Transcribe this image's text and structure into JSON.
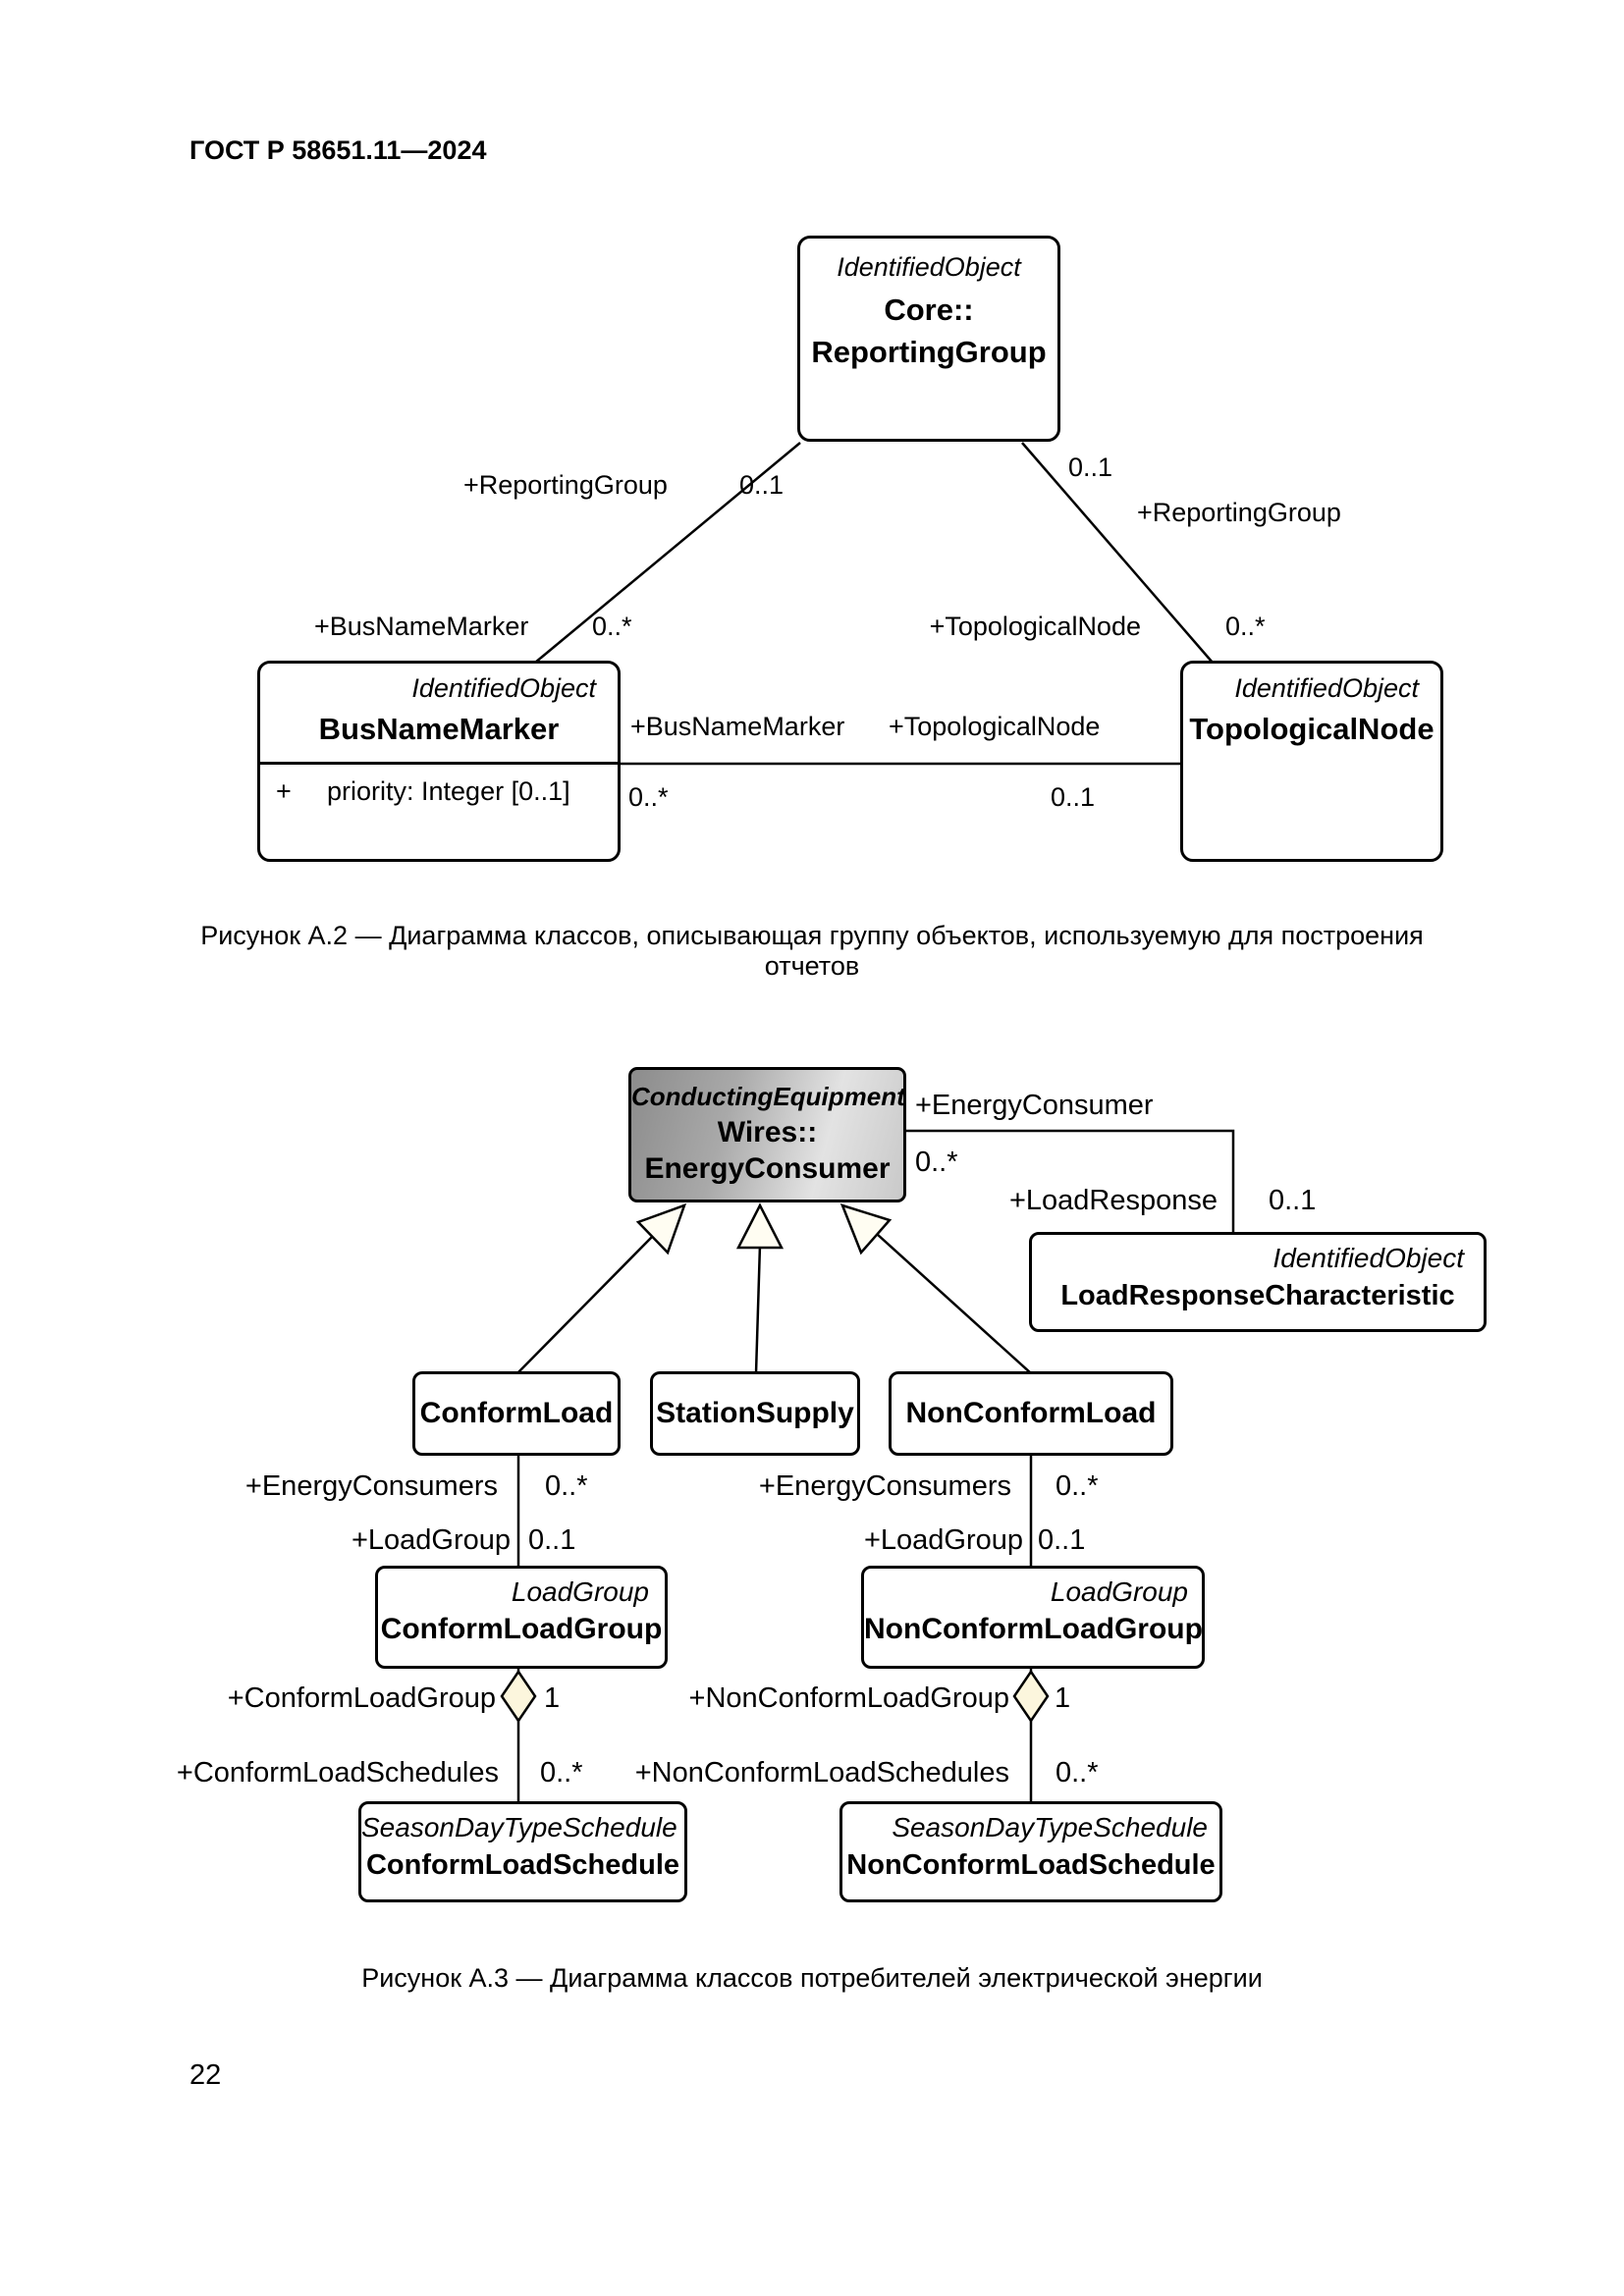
{
  "page": {
    "header": "ГОСТ Р 58651.11—2024",
    "page_number": "22"
  },
  "colors": {
    "line": "#000000",
    "box_fill": "#ffffff",
    "energy_consumer_gradient_start": "#8c8c8c",
    "energy_consumer_gradient_end": "#c9c9c9",
    "aggregation_diamond_fill": "#fcf6dd",
    "generalization_arrow_fill": "#fffdf2"
  },
  "fig_a2": {
    "caption": "Рисунок А.2 — Диаграмма классов, описывающая группу объектов, используемую для построения отчетов",
    "reporting_group": {
      "stereotype": "IdentifiedObject",
      "package": "Core::",
      "name": "ReportingGroup"
    },
    "bus_name_marker": {
      "stereotype": "IdentifiedObject",
      "name": "BusNameMarker",
      "attr_visibility": "+",
      "attr_text": "priority: Integer [0..1]"
    },
    "topological_node": {
      "stereotype": "IdentifiedObject",
      "name": "TopologicalNode"
    },
    "labels": {
      "role_reporting_left": "+ReportingGroup",
      "card_reporting_left": "0..1",
      "card_reporting_right": "0..1",
      "role_reporting_right": "+ReportingGroup",
      "role_busnamemarker_top": "+BusNameMarker",
      "card_busnamemarker_top": "0..*",
      "role_topologicalnode_top": "+TopologicalNode",
      "card_topologicalnode_top": "0..*",
      "role_busnamemarker_mid": "+BusNameMarker",
      "role_topologicalnode_mid": "+TopologicalNode",
      "card_busnamemarker_mid": "0..*",
      "card_topologicalnode_mid": "0..1"
    }
  },
  "fig_a3": {
    "caption": "Рисунок А.3 — Диаграмма классов потребителей электрической энергии",
    "energy_consumer": {
      "stereotype": "ConductingEquipment",
      "package": "Wires::",
      "name": "EnergyConsumer"
    },
    "load_response_characteristic": {
      "stereotype": "IdentifiedObject",
      "name": "LoadResponseCharacteristic"
    },
    "conform_load": {
      "name": "ConformLoad"
    },
    "station_supply": {
      "name": "StationSupply"
    },
    "non_conform_load": {
      "name": "NonConformLoad"
    },
    "conform_load_group": {
      "stereotype": "LoadGroup",
      "name": "ConformLoadGroup"
    },
    "non_conform_load_group": {
      "stereotype": "LoadGroup",
      "name": "NonConformLoadGroup"
    },
    "conform_load_schedule": {
      "stereotype": "SeasonDayTypeSchedule",
      "name": "ConformLoadSchedule"
    },
    "non_conform_load_schedule": {
      "stereotype": "SeasonDayTypeSchedule",
      "name": "NonConformLoadSchedule"
    },
    "labels": {
      "role_energy_consumer": "+EnergyConsumer",
      "card_energy_consumer": "0..*",
      "role_load_response": "+LoadResponse",
      "card_load_response": "0..1",
      "role_energy_consumers_left": "+EnergyConsumers",
      "card_energy_consumers_left": "0..*",
      "role_load_group_left": "+LoadGroup",
      "card_load_group_left": "0..1",
      "role_energy_consumers_right": "+EnergyConsumers",
      "card_energy_consumers_right": "0..*",
      "role_load_group_right": "+LoadGroup",
      "card_load_group_right": "0..1",
      "role_conform_load_group": "+ConformLoadGroup",
      "card_conform_load_group": "1",
      "role_non_conform_load_group": "+NonConformLoadGroup",
      "card_non_conform_load_group": "1",
      "role_conform_load_schedules": "+ConformLoadSchedules",
      "card_conform_load_schedules": "0..*",
      "role_non_conform_load_schedules": "+NonConformLoadSchedules",
      "card_non_conform_load_schedules": "0..*"
    }
  }
}
